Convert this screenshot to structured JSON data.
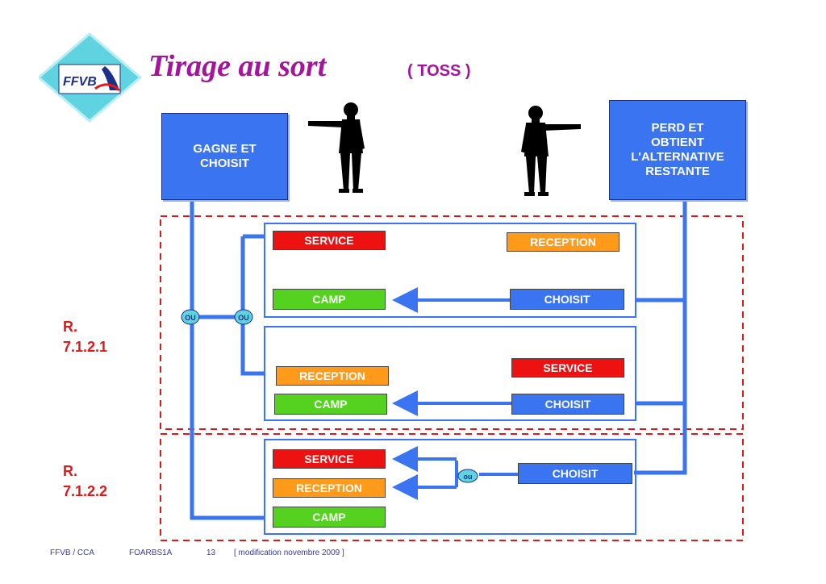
{
  "logo": {
    "text": "FFVB"
  },
  "title": "Tirage au sort",
  "subtitle": "( TOSS )",
  "boxes": {
    "gagne": {
      "line1": "GAGNE  ET",
      "line2": "CHOISIT"
    },
    "perd": {
      "line1": "PERD  ET",
      "line2": "OBTIENT",
      "line3": "L'ALTERNATIVE",
      "line4": "RESTANTE"
    }
  },
  "section1": {
    "rule_line1": "R.",
    "rule_line2": "7.1.2.1",
    "optionA": {
      "left_top": "SERVICE",
      "left_bottom": "CAMP",
      "right_top": "RECEPTION",
      "right_bottom": "CHOISIT"
    },
    "optionB": {
      "left_top": "RECEPTION",
      "left_bottom": "CAMP",
      "right_top": "SERVICE",
      "right_bottom": "CHOISIT"
    }
  },
  "section2": {
    "rule_line1": "R.",
    "rule_line2": "7.1.2.2",
    "items": [
      "SERVICE",
      "RECEPTION",
      "CAMP"
    ],
    "right": "CHOISIT"
  },
  "connectors": {
    "ou1": "OU",
    "ou2": "OU",
    "ou3": "ou"
  },
  "footer": {
    "org": "FFVB / CCA",
    "code": "FOARBS1A",
    "page": "13",
    "note": "[ modification novembre 2009 ]"
  },
  "colors": {
    "blue": "#3b74f0",
    "red": "#ee1111",
    "orange": "#ff9a1a",
    "green": "#55d11f",
    "title": "#a3159a",
    "dash": "#e01818"
  }
}
